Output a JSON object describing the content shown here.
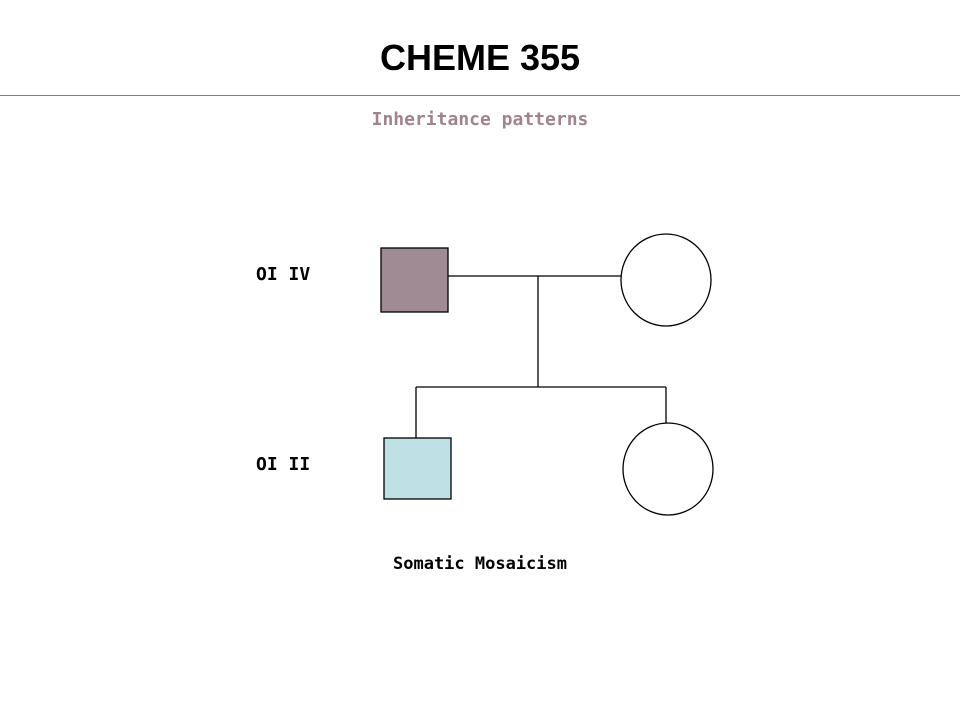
{
  "slide": {
    "title": "CHEME 355",
    "subtitle": "Inheritance patterns",
    "caption": "Somatic Mosaicism"
  },
  "pedigree": {
    "generation_1_label": "OI IV",
    "generation_2_label": "OI II"
  },
  "colors": {
    "subtitle": "#a0838f",
    "affected_father": "#a08a93",
    "affected_son": "#bfe0e4",
    "unaffected": "#ffffff",
    "line": "#000000",
    "rule": "#7f7f7f"
  }
}
